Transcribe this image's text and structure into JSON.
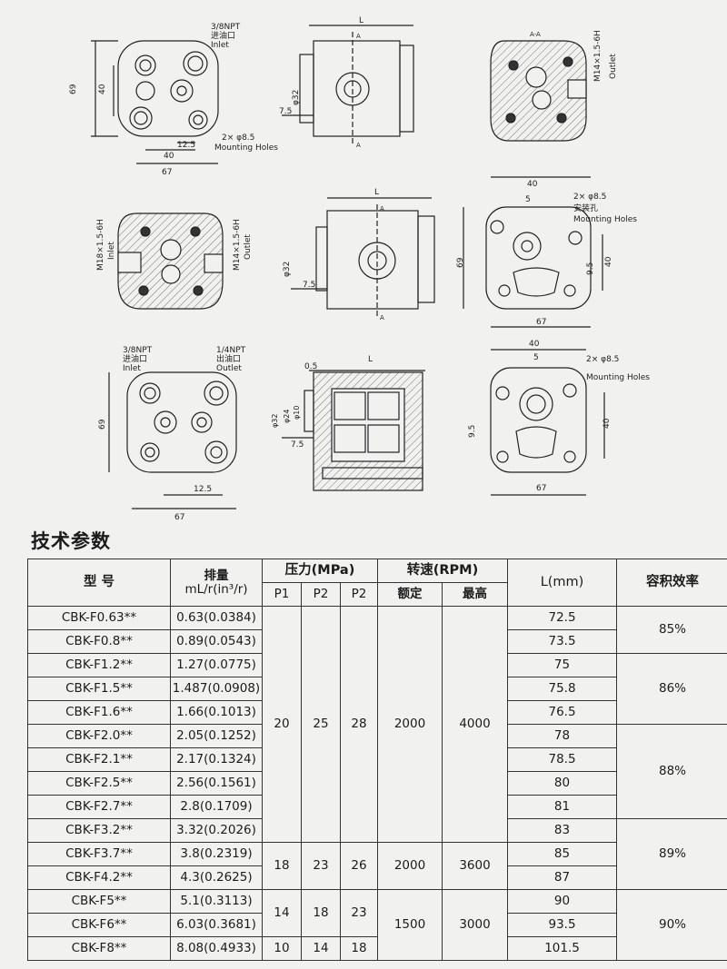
{
  "drawings": {
    "row1": {
      "inlet_port": [
        "3/8NPT",
        "进油口",
        "Inlet"
      ],
      "dim_height": "69",
      "dim_40_left": "40",
      "dim_12_5": "12.5",
      "dim_40": "40",
      "dim_67": "67",
      "holes": [
        "2× φ8.5",
        "Mounting Holes"
      ],
      "side_L": "L",
      "side_A": "A",
      "side_phi": "φ32",
      "side_7_5": "7.5",
      "section_label": "A-A",
      "outlet_thread": "M14×1.5-6H",
      "outlet_word": "Outlet"
    },
    "row2": {
      "inlet_thread": "M18×1.5-6H",
      "inlet_word": "Inlet",
      "outlet_thread": "M14×1.5-6H",
      "outlet_word": "Outlet",
      "side_L": "L",
      "side_A": "A",
      "side_phi": "φ32",
      "side_7_5": "7.5",
      "dim_40_top": "40",
      "dim_5": "5",
      "holes_cn": "安装孔",
      "holes": [
        "2× φ8.5",
        "Mounting Holes"
      ],
      "dim_69": "69",
      "dim_9_5": "9.5",
      "dim_40_right": "40",
      "dim_67": "67"
    },
    "row3": {
      "inlet_port": [
        "3/8NPT",
        "进油口",
        "Inlet"
      ],
      "outlet_port": [
        "1/4NPT",
        "出油口",
        "Outlet"
      ],
      "dim_69": "69",
      "dim_12_5": "12.5",
      "dim_67": "67",
      "dim_0_5": "0.5",
      "side_L": "L",
      "side_phi32": "φ32",
      "side_phi24": "φ24",
      "side_phi10": "φ10",
      "side_7_5": "7.5",
      "dim_40_top": "40",
      "dim_5": "5",
      "holes": [
        "2× φ8.5",
        "Mounting Holes"
      ],
      "dim_9_5": "9.5",
      "dim_40_right": "40"
    }
  },
  "section_title": "技术参数",
  "table": {
    "headers": {
      "model": "型 号",
      "displacement": [
        "排量",
        "mL/r(in³/r)"
      ],
      "pressure": "压力(MPa)",
      "p1": "P1",
      "p2": "P2",
      "p3": "P2",
      "speed": "转速(RPM)",
      "rated": "额定",
      "max": "最高",
      "length": "L(mm)",
      "efficiency": "容积效率"
    },
    "rows": [
      {
        "model": "CBK-F0.63**",
        "disp": "0.63(0.0384)",
        "L": "72.5"
      },
      {
        "model": "CBK-F0.8**",
        "disp": "0.89(0.0543)",
        "L": "73.5"
      },
      {
        "model": "CBK-F1.2**",
        "disp": "1.27(0.0775)",
        "L": "75"
      },
      {
        "model": "CBK-F1.5**",
        "disp": "1.487(0.0908)",
        "L": "75.8"
      },
      {
        "model": "CBK-F1.6**",
        "disp": "1.66(0.1013)",
        "L": "76.5"
      },
      {
        "model": "CBK-F2.0**",
        "disp": "2.05(0.1252)",
        "L": "78"
      },
      {
        "model": "CBK-F2.1**",
        "disp": "2.17(0.1324)",
        "L": "78.5"
      },
      {
        "model": "CBK-F2.5**",
        "disp": "2.56(0.1561)",
        "L": "80"
      },
      {
        "model": "CBK-F2.7**",
        "disp": "2.8(0.1709)",
        "L": "81"
      },
      {
        "model": "CBK-F3.2**",
        "disp": "3.32(0.2026)",
        "L": "83"
      },
      {
        "model": "CBK-F3.7**",
        "disp": "3.8(0.2319)",
        "L": "85"
      },
      {
        "model": "CBK-F4.2**",
        "disp": "4.3(0.2625)",
        "L": "87"
      },
      {
        "model": "CBK-F5**",
        "disp": "5.1(0.3113)",
        "L": "90"
      },
      {
        "model": "CBK-F6**",
        "disp": "6.03(0.3681)",
        "L": "93.5"
      },
      {
        "model": "CBK-F8**",
        "disp": "8.08(0.4933)",
        "L": "101.5"
      }
    ],
    "groups": {
      "g1": {
        "p1": "20",
        "p2": "25",
        "p3": "28",
        "rated": "2000",
        "max": "4000"
      },
      "g2": {
        "p1": "18",
        "p2": "23",
        "p3": "26",
        "rated": "2000",
        "max": "3600"
      },
      "g3": {
        "p1": "14",
        "p2": "18",
        "p3": "23",
        "rated": "1500",
        "max": "3000"
      },
      "g4": {
        "p1": "10",
        "p2": "14",
        "p3": "18"
      }
    },
    "efficiency": [
      "85%",
      "86%",
      "88%",
      "89%",
      "90%"
    ]
  }
}
